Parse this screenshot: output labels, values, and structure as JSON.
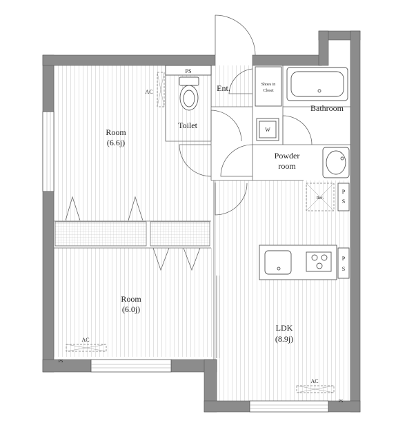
{
  "rooms": {
    "room_upper": {
      "name": "Room",
      "size": "(6.6j)"
    },
    "room_lower": {
      "name": "Room",
      "size": "(6.0j)"
    },
    "ldk": {
      "name": "LDK",
      "size": "(8.9j)"
    }
  },
  "labels": {
    "toilet": "Toilet",
    "entrance": "Ent.",
    "shoes_closet_line1": "Shoes in",
    "shoes_closet_line2": "Closet",
    "bathroom": "Bathroom",
    "powder_line1": "Powder",
    "powder_line2": "room",
    "washer": "W",
    "ref": "Ref.",
    "ps_top": "PS",
    "ps_kitchen1": "P",
    "ps_kitchen2": "S",
    "ps_stove1": "P",
    "ps_stove2": "S",
    "ps_bottom_left": "PS",
    "ps_bottom_right": "PS",
    "ac_upper": "AC",
    "ac_lower": "AC",
    "ac_ldk": "AC"
  },
  "colors": {
    "wall": "#8c8c8c",
    "floor_line": "#e3e3e3"
  }
}
